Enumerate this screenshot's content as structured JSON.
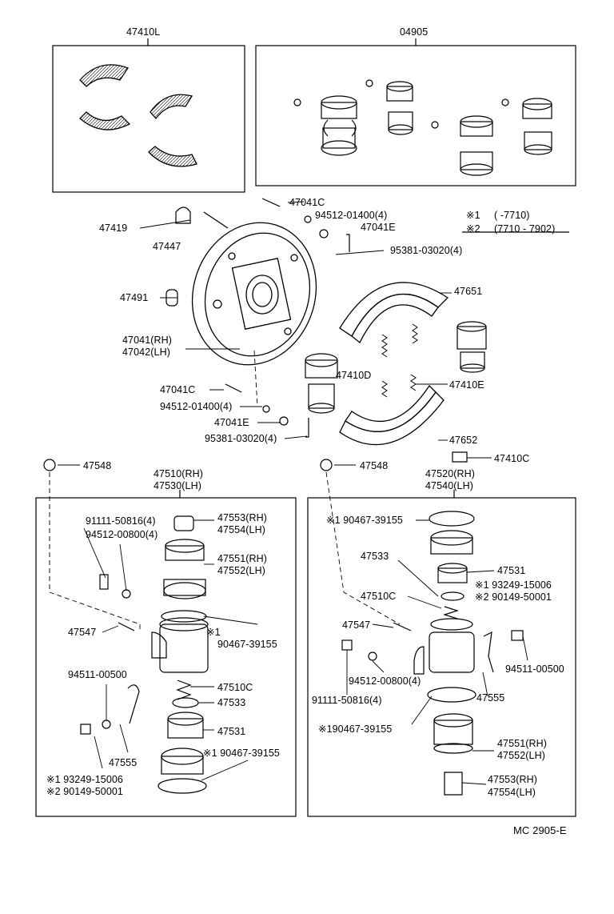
{
  "diagram_code": "MC 2905-E",
  "notes": {
    "note1_mark": "※1",
    "note1_range": "(        -7710)",
    "note2_mark": "※2",
    "note2_range": "(7710 - 7902)"
  },
  "top_groups": {
    "shoe_kit": "47410L",
    "cylinder_kit": "04905"
  },
  "parts": {
    "p47041C_a": "47041C",
    "p94512_01400_a": "94512-01400(4)",
    "p47041E_a": "47041E",
    "p95381_a": "95381-03020(4)",
    "p47419": "47419",
    "p47447": "47447",
    "p47651": "47651",
    "p47491": "47491",
    "p47041_rh": "47041(RH)",
    "p47042_lh": "47042(LH)",
    "p47410D": "47410D",
    "p47410E": "47410E",
    "p47041C_b": "47041C",
    "p94512_01400_b": "94512-01400(4)",
    "p47041E_b": "47041E",
    "p95381_b": "95381-03020(4)",
    "p47652": "47652",
    "p47548_l": "47548",
    "p47548_r": "47548",
    "p47410C": "47410C"
  },
  "left_cyl": {
    "title1": "47510(RH)",
    "title2": "47530(LH)",
    "p91111": "91111-50816(4)",
    "p94512_00800": "94512-00800(4)",
    "p47553": "47553(RH)",
    "p47554": "47554(LH)",
    "p47551": "47551(RH)",
    "p47552": "47552(LH)",
    "p47547": "47547",
    "p_note1": "※1",
    "p90467": "90467-39155",
    "p94511": "94511-00500",
    "p47510C": "47510C",
    "p47533": "47533",
    "p47531": "47531",
    "p_note1_b": "※1 90467-39155",
    "p47555": "47555",
    "p93249": "※1 93249-15006",
    "p90149": "※2 90149-50001"
  },
  "right_cyl": {
    "title1": "47520(RH)",
    "title2": "47540(LH)",
    "p90467_a": "※1 90467-39155",
    "p47533": "47533",
    "p47531": "47531",
    "p93249": "※1 93249-15006",
    "p90149": "※2 90149-50001",
    "p47510C": "47510C",
    "p47547": "47547",
    "p94511": "94511-00500",
    "p94512_00800": "94512-00800(4)",
    "p91111": "91111-50816(4)",
    "p47555": "47555",
    "p90467_b": "※190467-39155",
    "p47551": "47551(RH)",
    "p47552": "47552(LH)",
    "p47553": "47553(RH)",
    "p47554": "47554(LH)"
  }
}
